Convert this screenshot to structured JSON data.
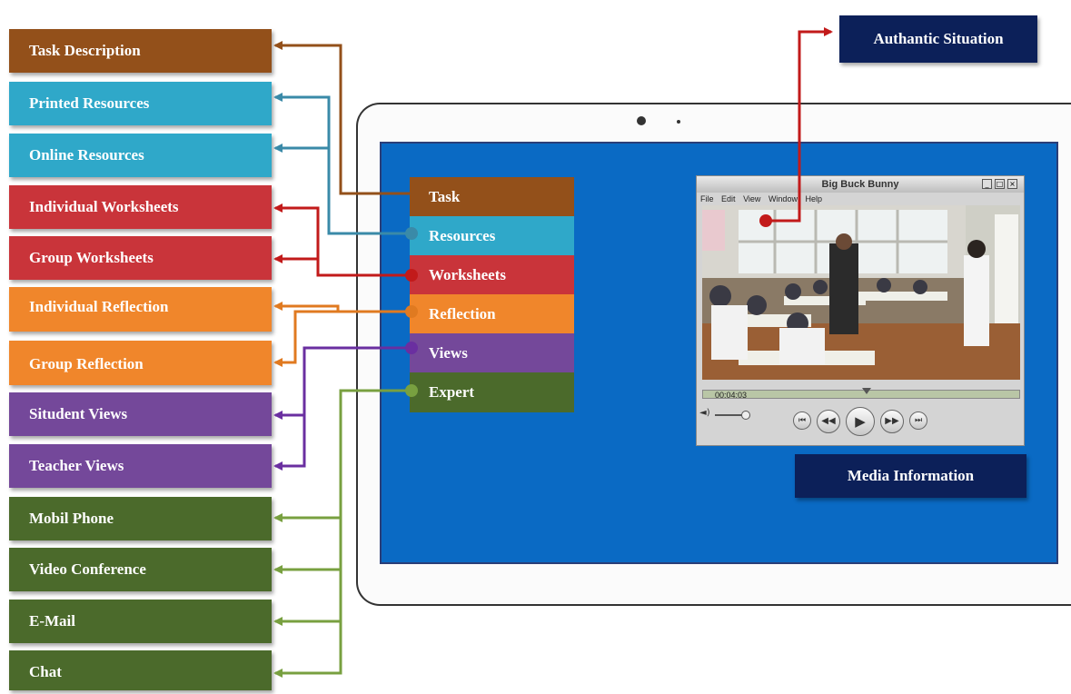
{
  "left_labels": [
    {
      "text": "Task Description",
      "color": "#93501a"
    },
    {
      "text": "Printed Resources",
      "color": "#2fa8c9"
    },
    {
      "text": "Online Resources",
      "color": "#2fa8c9"
    },
    {
      "text": "Individual Worksheets",
      "color": "#c9343a"
    },
    {
      "text": "Group Worksheets",
      "color": "#c9343a"
    },
    {
      "text": "Individual Reflection",
      "color": "#f0862b"
    },
    {
      "text": "Group Reflection",
      "color": "#f0862b"
    },
    {
      "text": "Situdent Views",
      "color": "#74489a"
    },
    {
      "text": "Teacher Views",
      "color": "#74489a"
    },
    {
      "text": "Mobil Phone",
      "color": "#4b6a2b"
    },
    {
      "text": "Video Conference",
      "color": "#4b6a2b"
    },
    {
      "text": "E-Mail",
      "color": "#4b6a2b"
    },
    {
      "text": "Chat",
      "color": "#4b6a2b"
    }
  ],
  "menu": [
    {
      "text": "Task",
      "color": "#93501a"
    },
    {
      "text": "Resources",
      "color": "#2fa8c9"
    },
    {
      "text": "Worksheets",
      "color": "#c9343a"
    },
    {
      "text": "Reflection",
      "color": "#f0862b"
    },
    {
      "text": "Views",
      "color": "#74489a"
    },
    {
      "text": "Expert",
      "color": "#4b6a2b"
    }
  ],
  "authentic_situation": "Authantic Situation",
  "media_information": "Media Information",
  "player": {
    "title": "Big Buck Bunny",
    "menu": [
      "File",
      "Edit",
      "View",
      "Window",
      "Help"
    ],
    "timecode": "00:04:03"
  },
  "connector_colors": {
    "task": "#93501a",
    "resources": "#3a8aa8",
    "worksheets": "#c21a1a",
    "reflection": "#e07a20",
    "views": "#6a2fa0",
    "expert": "#78a040",
    "authentic": "#c21a1a"
  }
}
